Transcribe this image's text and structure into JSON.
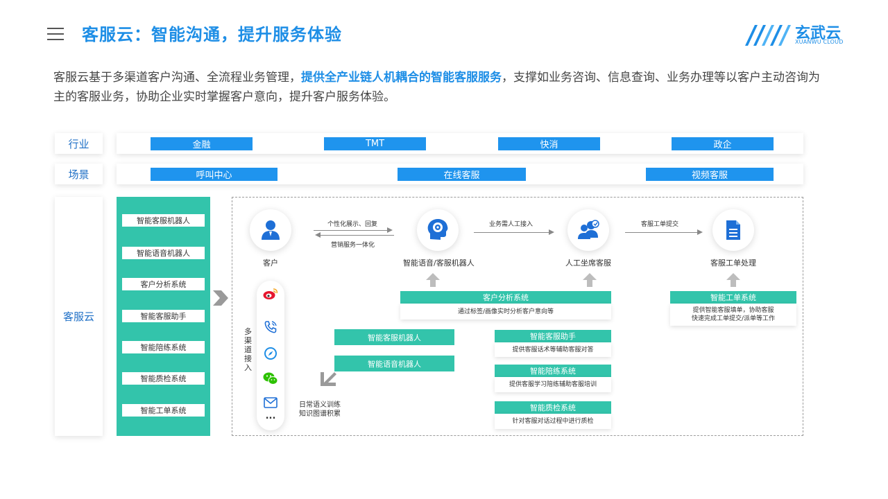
{
  "header": {
    "title": "客服云：智能沟通，提升服务体验",
    "logo_text": "玄武云",
    "logo_sub": "XUANWU CLOUD"
  },
  "intro": {
    "part1": "客服云基于多渠道客户沟通、全流程业务管理，",
    "highlight": "提供全产业链人机耦合的智能客服服务",
    "part2": "，支撑如业务咨询、信息查询、业务办理等以客户主动咨询为主的客服业务，协助企业实时掌握客户意向，提升客户服务体验。"
  },
  "industry": {
    "label": "行业",
    "tags": [
      "金融",
      "TMT",
      "快消",
      "政企"
    ]
  },
  "scene": {
    "label": "场景",
    "tags": [
      "呼叫中心",
      "在线客服",
      "视频客服"
    ]
  },
  "product": {
    "label": "客服云",
    "items": [
      "智能客服机器人",
      "智能语音机器人",
      "客户分析系统",
      "智能客服助手",
      "智能陪练系统",
      "智能质检系统",
      "智能工单系统"
    ]
  },
  "flow": {
    "customer": "客户",
    "robot": "智能语音/客服机器人",
    "agent": "人工坐席客服",
    "ticket": "客服工单处理",
    "arrow1_top": "个性化展示、回复",
    "arrow1_bottom": "营销服务一体化",
    "arrow2": "业务需人工接入",
    "arrow3": "客服工单提交",
    "channel_label": "多渠道接入",
    "channel_more": "...",
    "analysis_title": "客户分析系统",
    "analysis_desc": "通过标签/画像实时分析客户意向等",
    "ticket_sys_title": "智能工单系统",
    "ticket_sys_desc1": "提供智能客服填单，协助客服",
    "ticket_sys_desc2": "快速完成工单提交/派单等工作",
    "robot1": "智能客服机器人",
    "robot2": "智能语音机器人",
    "assistant_title": "智能客服助手",
    "assistant_desc": "提供客服话术等辅助客服对答",
    "training_title": "智能陪练系统",
    "training_desc": "提供客服学习陪练辅助客服培训",
    "qc_title": "智能质检系统",
    "qc_desc": "针对客服对话过程中进行质检",
    "training_note1": "日常语义训练",
    "training_note2": "知识图谱积累"
  },
  "colors": {
    "brand_blue": "#1e8ee6",
    "tag_blue": "#1f94ee",
    "teal": "#33c4ab"
  }
}
